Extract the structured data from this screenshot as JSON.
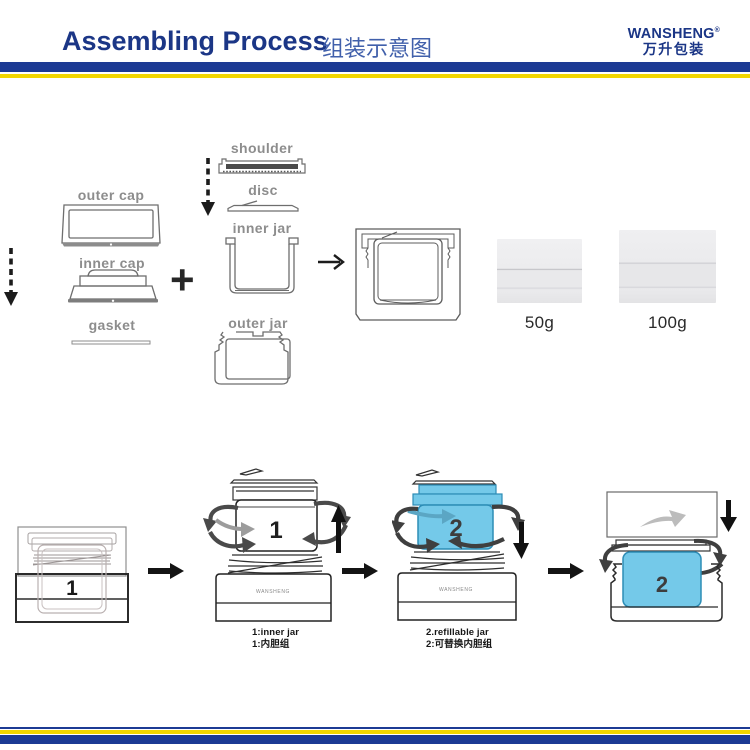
{
  "header": {
    "title_en": "Assembling Process",
    "title_zh": "组装示意图",
    "logo": {
      "name": "WANSHENG",
      "reg": "®",
      "cn": "万升包装"
    }
  },
  "colors": {
    "brand_blue": "#1c3a94",
    "accent_yellow": "#f2d600",
    "highlight_blue": "#74c9e9",
    "label_gray": "#8d8d8d",
    "line_dark": "#2b2b2b"
  },
  "exploded": {
    "outer_cap": "outer cap",
    "inner_cap": "inner cap",
    "gasket": "gasket",
    "shoulder": "shoulder",
    "disc": "disc",
    "inner_jar": "inner jar",
    "outer_jar": "outer jar",
    "plus": "+"
  },
  "products": [
    {
      "label": "50g"
    },
    {
      "label": "100g"
    }
  ],
  "steps": {
    "one": {
      "number": "1"
    },
    "two": {
      "number": "1",
      "brand": "WANSHENG",
      "caption_en": "1:inner jar",
      "caption_zh": "1:内胆组"
    },
    "three": {
      "number": "2",
      "brand": "WANSHENG",
      "caption_en": "2.refillable jar",
      "caption_zh": "2:可替换内胆组"
    },
    "four": {
      "number": "2"
    }
  }
}
